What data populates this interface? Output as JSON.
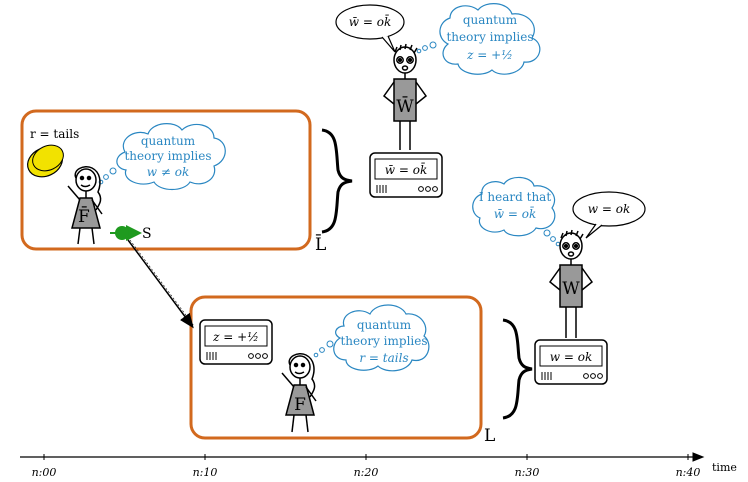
{
  "lab_box": {
    "label": "L̄",
    "coin_text": "r = tails",
    "thought": [
      "quantum",
      "theory implies",
      "w ≠ ok"
    ],
    "spin_label": "S",
    "observer_label": "F̄",
    "border_color": "#d2691e"
  },
  "lab_box_2": {
    "label": "L",
    "display": "z = +½",
    "thought": [
      "quantum",
      "theory implies",
      "r = tails"
    ],
    "observer_label": "F",
    "border_color": "#d2691e"
  },
  "wigner_bar": {
    "speech": "w̄ = ok̄",
    "thought": [
      "quantum",
      "theory implies",
      "z = +½"
    ],
    "label": "W̄",
    "display": "w̄ = ok̄"
  },
  "wigner": {
    "speech": "w = ok",
    "thought": [
      "I heard that",
      "w̄ = ok̄"
    ],
    "label": "W",
    "display": "w = ok"
  },
  "timeline": {
    "ticks": [
      "n:00",
      "n:10",
      "n:20",
      "n:30",
      "n:40"
    ],
    "axis_label": "time"
  },
  "colors": {
    "orange": "#d2691e",
    "thought_blue": "#2a87c2",
    "coin_yellow": "#f2e200",
    "spin_green": "#1f9a1f",
    "figure_gray": "#999999"
  }
}
